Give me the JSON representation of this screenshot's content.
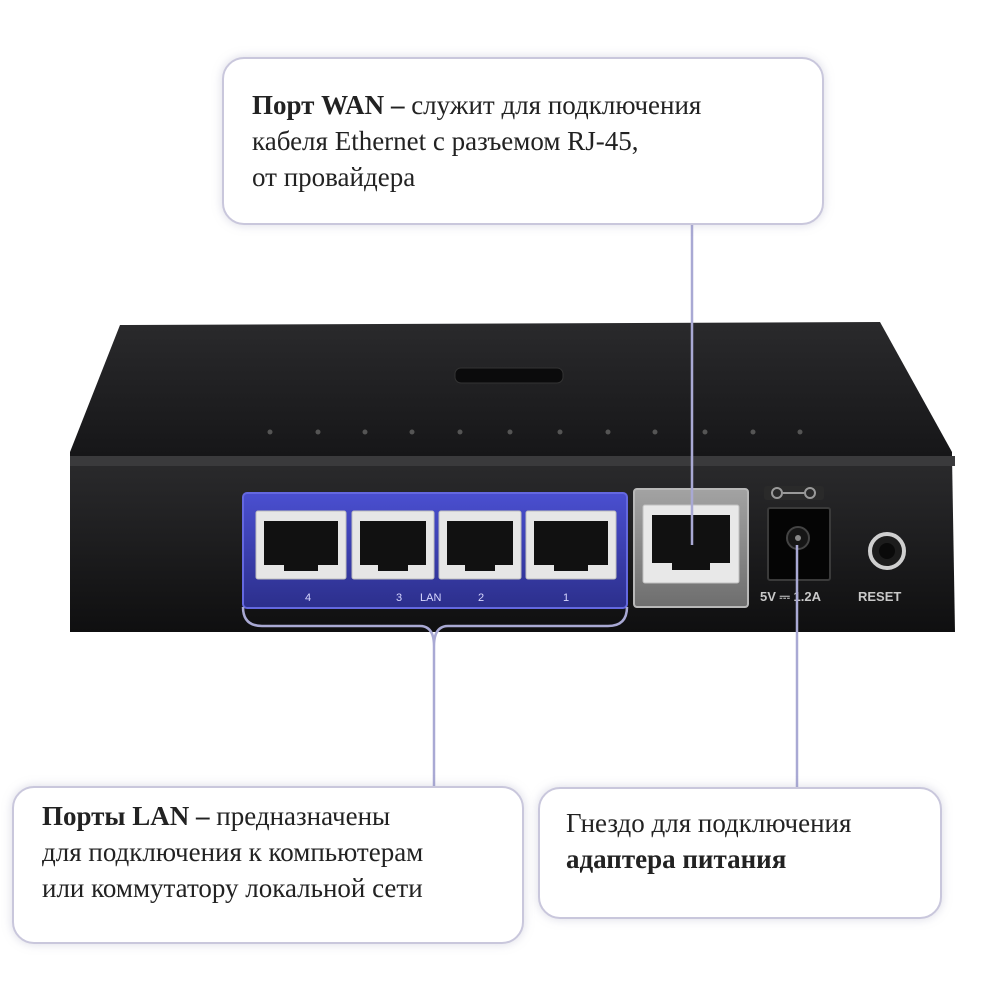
{
  "callouts": {
    "wan": {
      "title": "Порт WAN",
      "dash": " – ",
      "line1_rest": "служит для подключения",
      "line2": "кабеля Ethernet с разъемом RJ-45,",
      "line3": "от провайдера"
    },
    "lan": {
      "title": "Порты LAN",
      "dash": " – ",
      "line1_rest": "предназначены",
      "line2": "для подключения к компьютерам",
      "line3": "или коммутатору локальной сети"
    },
    "power": {
      "line1": "Гнездо для подключения",
      "line2": "адаптера питания"
    }
  },
  "device": {
    "lan_label": "LAN",
    "lan_port_numbers": [
      "4",
      "3",
      "2",
      "1"
    ],
    "power_rating": "5V ⎓ 1.2A",
    "reset_label": "RESET"
  },
  "colors": {
    "device_body": "#1c1c1e",
    "lan_panel": "#3a3fb0",
    "wan_panel": "#8a8a8a",
    "leader_line": "#a9a9d4"
  }
}
